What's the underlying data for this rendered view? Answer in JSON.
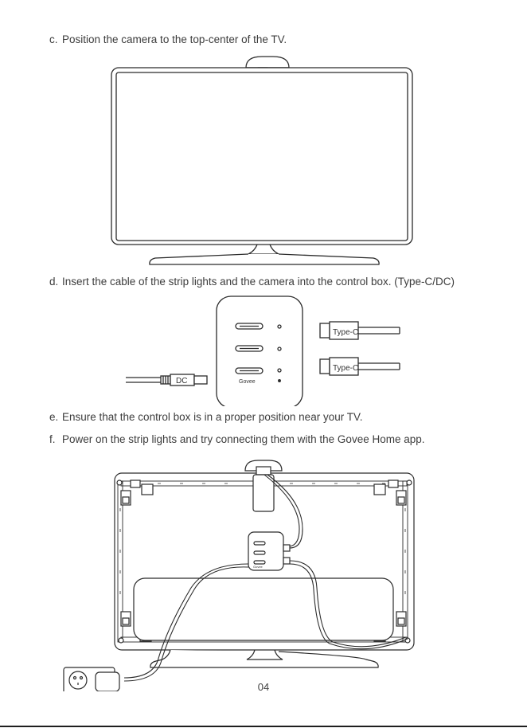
{
  "steps": [
    {
      "marker": "c.",
      "text": "Position the camera to the top-center of the TV."
    },
    {
      "marker": "d.",
      "text": "Insert the cable of the strip lights and the camera into the control box. (Type-C/DC)"
    },
    {
      "marker": "e.",
      "text": "Ensure that the control box is in a proper position near your TV."
    },
    {
      "marker": "f.",
      "text": "Power on the strip lights and try connecting them with the Govee Home app."
    }
  ],
  "control_box": {
    "brand": "Govee",
    "connectors": [
      "Type-C",
      "Type-C",
      "DC"
    ]
  },
  "install_box_brand": "Govee",
  "page_number": "04"
}
